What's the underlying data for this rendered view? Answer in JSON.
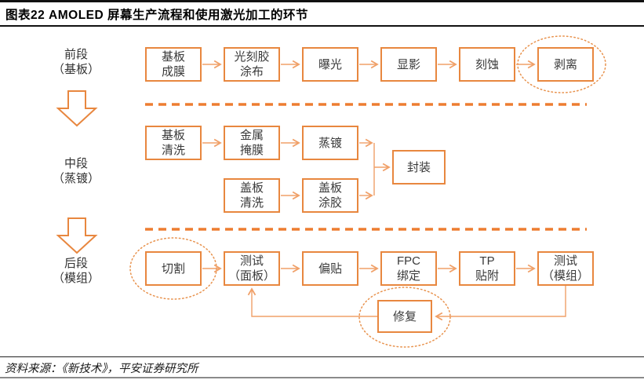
{
  "header": {
    "title": "图表22  AMOLED 屏幕生产流程和使用激光加工的环节"
  },
  "stages": {
    "front": "前段\n（基板）",
    "middle": "中段\n（蒸镀）",
    "back": "后段\n（模组）"
  },
  "flow": {
    "front": {
      "steps": [
        "基板\n成膜",
        "光刻胶\n涂布",
        "曝光",
        "显影",
        "刻蚀",
        "剥离"
      ]
    },
    "middle": {
      "row1": [
        "基板\n清洗",
        "金属\n掩膜",
        "蒸镀"
      ],
      "row2": [
        "盖板\n清洗",
        "盖板\n涂胶"
      ],
      "merge": "封装"
    },
    "back": {
      "steps": [
        "切割",
        "测试\n（面板）",
        "偏贴",
        "FPC\n绑定",
        "TP\n贴附",
        "测试\n（模组）"
      ],
      "repair": "修复"
    }
  },
  "footer": {
    "source": "资料来源：《新技术》，平安证券研究所"
  },
  "colors": {
    "box_border": "#e8873f",
    "connector_line": "#f0a068",
    "dashed_separator": "#ed7d31",
    "dotted_highlight": "#e8924d",
    "title_text": "#000000",
    "box_text": "#3a3a3a"
  }
}
